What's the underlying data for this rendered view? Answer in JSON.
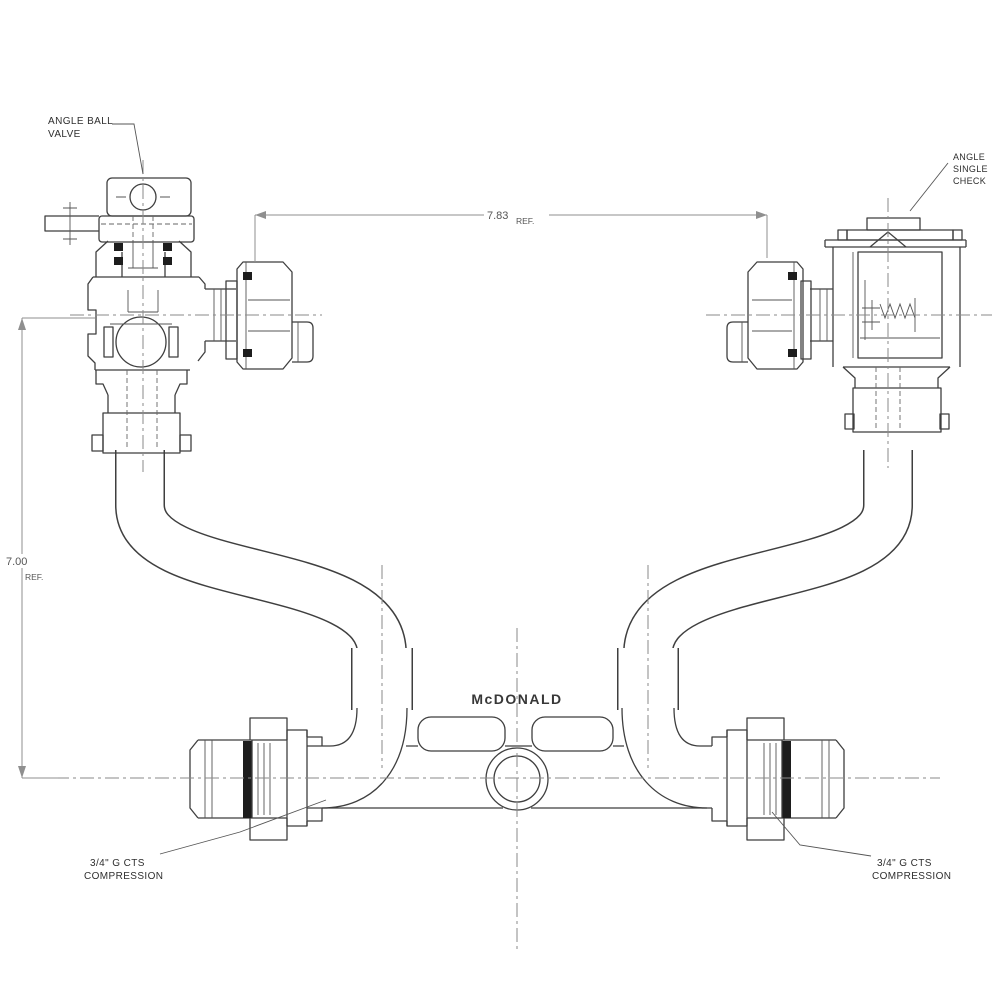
{
  "page": {
    "background": "#ffffff"
  },
  "drawing": {
    "brand": "McDONALD",
    "callouts": {
      "angle_ball_valve": {
        "line1": "ANGLE BALL",
        "line2": "VALVE"
      },
      "angle_single_check": {
        "line1": "ANGLE",
        "line2": "SINGLE",
        "line3": "CHECK"
      },
      "compression_left": {
        "line1": "3/4\" G CTS",
        "line2": "COMPRESSION"
      },
      "compression_right": {
        "line1": "3/4\" G CTS",
        "line2": "COMPRESSION"
      }
    },
    "dimensions": {
      "width": {
        "value": "7.83",
        "ref": "REF."
      },
      "height": {
        "value": "7.00",
        "ref": "REF."
      }
    },
    "colors": {
      "object_line": "#3f3f3f",
      "dim_line": "#8f8f8f",
      "text": "#2e2e2e"
    }
  }
}
